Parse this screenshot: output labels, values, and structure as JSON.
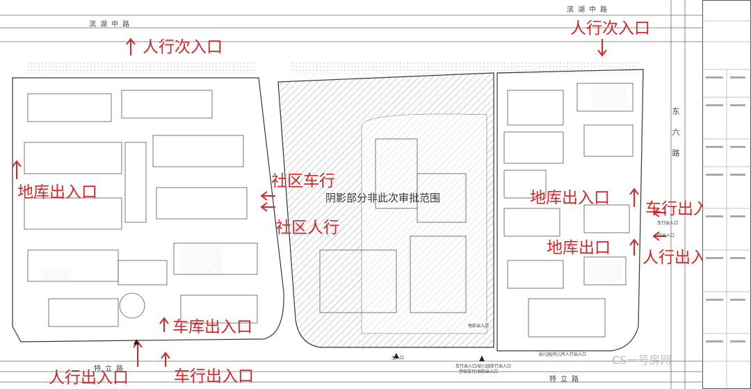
{
  "roads": {
    "top": "滨湖中路",
    "bottom": "特立路",
    "right": [
      "东",
      "六",
      "路"
    ]
  },
  "shaded_note": "阴影部分非此次审批范围",
  "labels": {
    "pedestrian_secondary_left": "人行次入口",
    "pedestrian_secondary_right": "人行次入口",
    "garage_exit_entrance_left": "地库出入口",
    "community_vehicle": "社区车行",
    "community_pedestrian": "社区人行",
    "garage_exit_entrance_right": "地库出入口",
    "vehicle_exit_entrance_right": "车行出入口",
    "garage_exit_right": "地库出口",
    "pedestrian_exit_entrance_right": "人行出入口",
    "car_garage_exit_entrance": "车库出入口",
    "pedestrian_exit_entrance_bottom": "人行出入口",
    "vehicle_exit_entrance_bottom": "车行出入口"
  },
  "small_text": {
    "main_entrance": "主入口",
    "garage_entrance": "地库出入口",
    "school_gate": "车行出入口/幼儿园车行出入口",
    "school_gate_2": "学校车行/消防出入口",
    "kindergarten": "幼儿园/托儿所人行出入口",
    "vehicle_small": "车行出入口",
    "pedestrian_small": "人行出入口"
  },
  "watermark": "CS一号房网",
  "colors": {
    "annotation": "#d7262b",
    "line": "#555555",
    "hatch": "#8a8a8a"
  }
}
